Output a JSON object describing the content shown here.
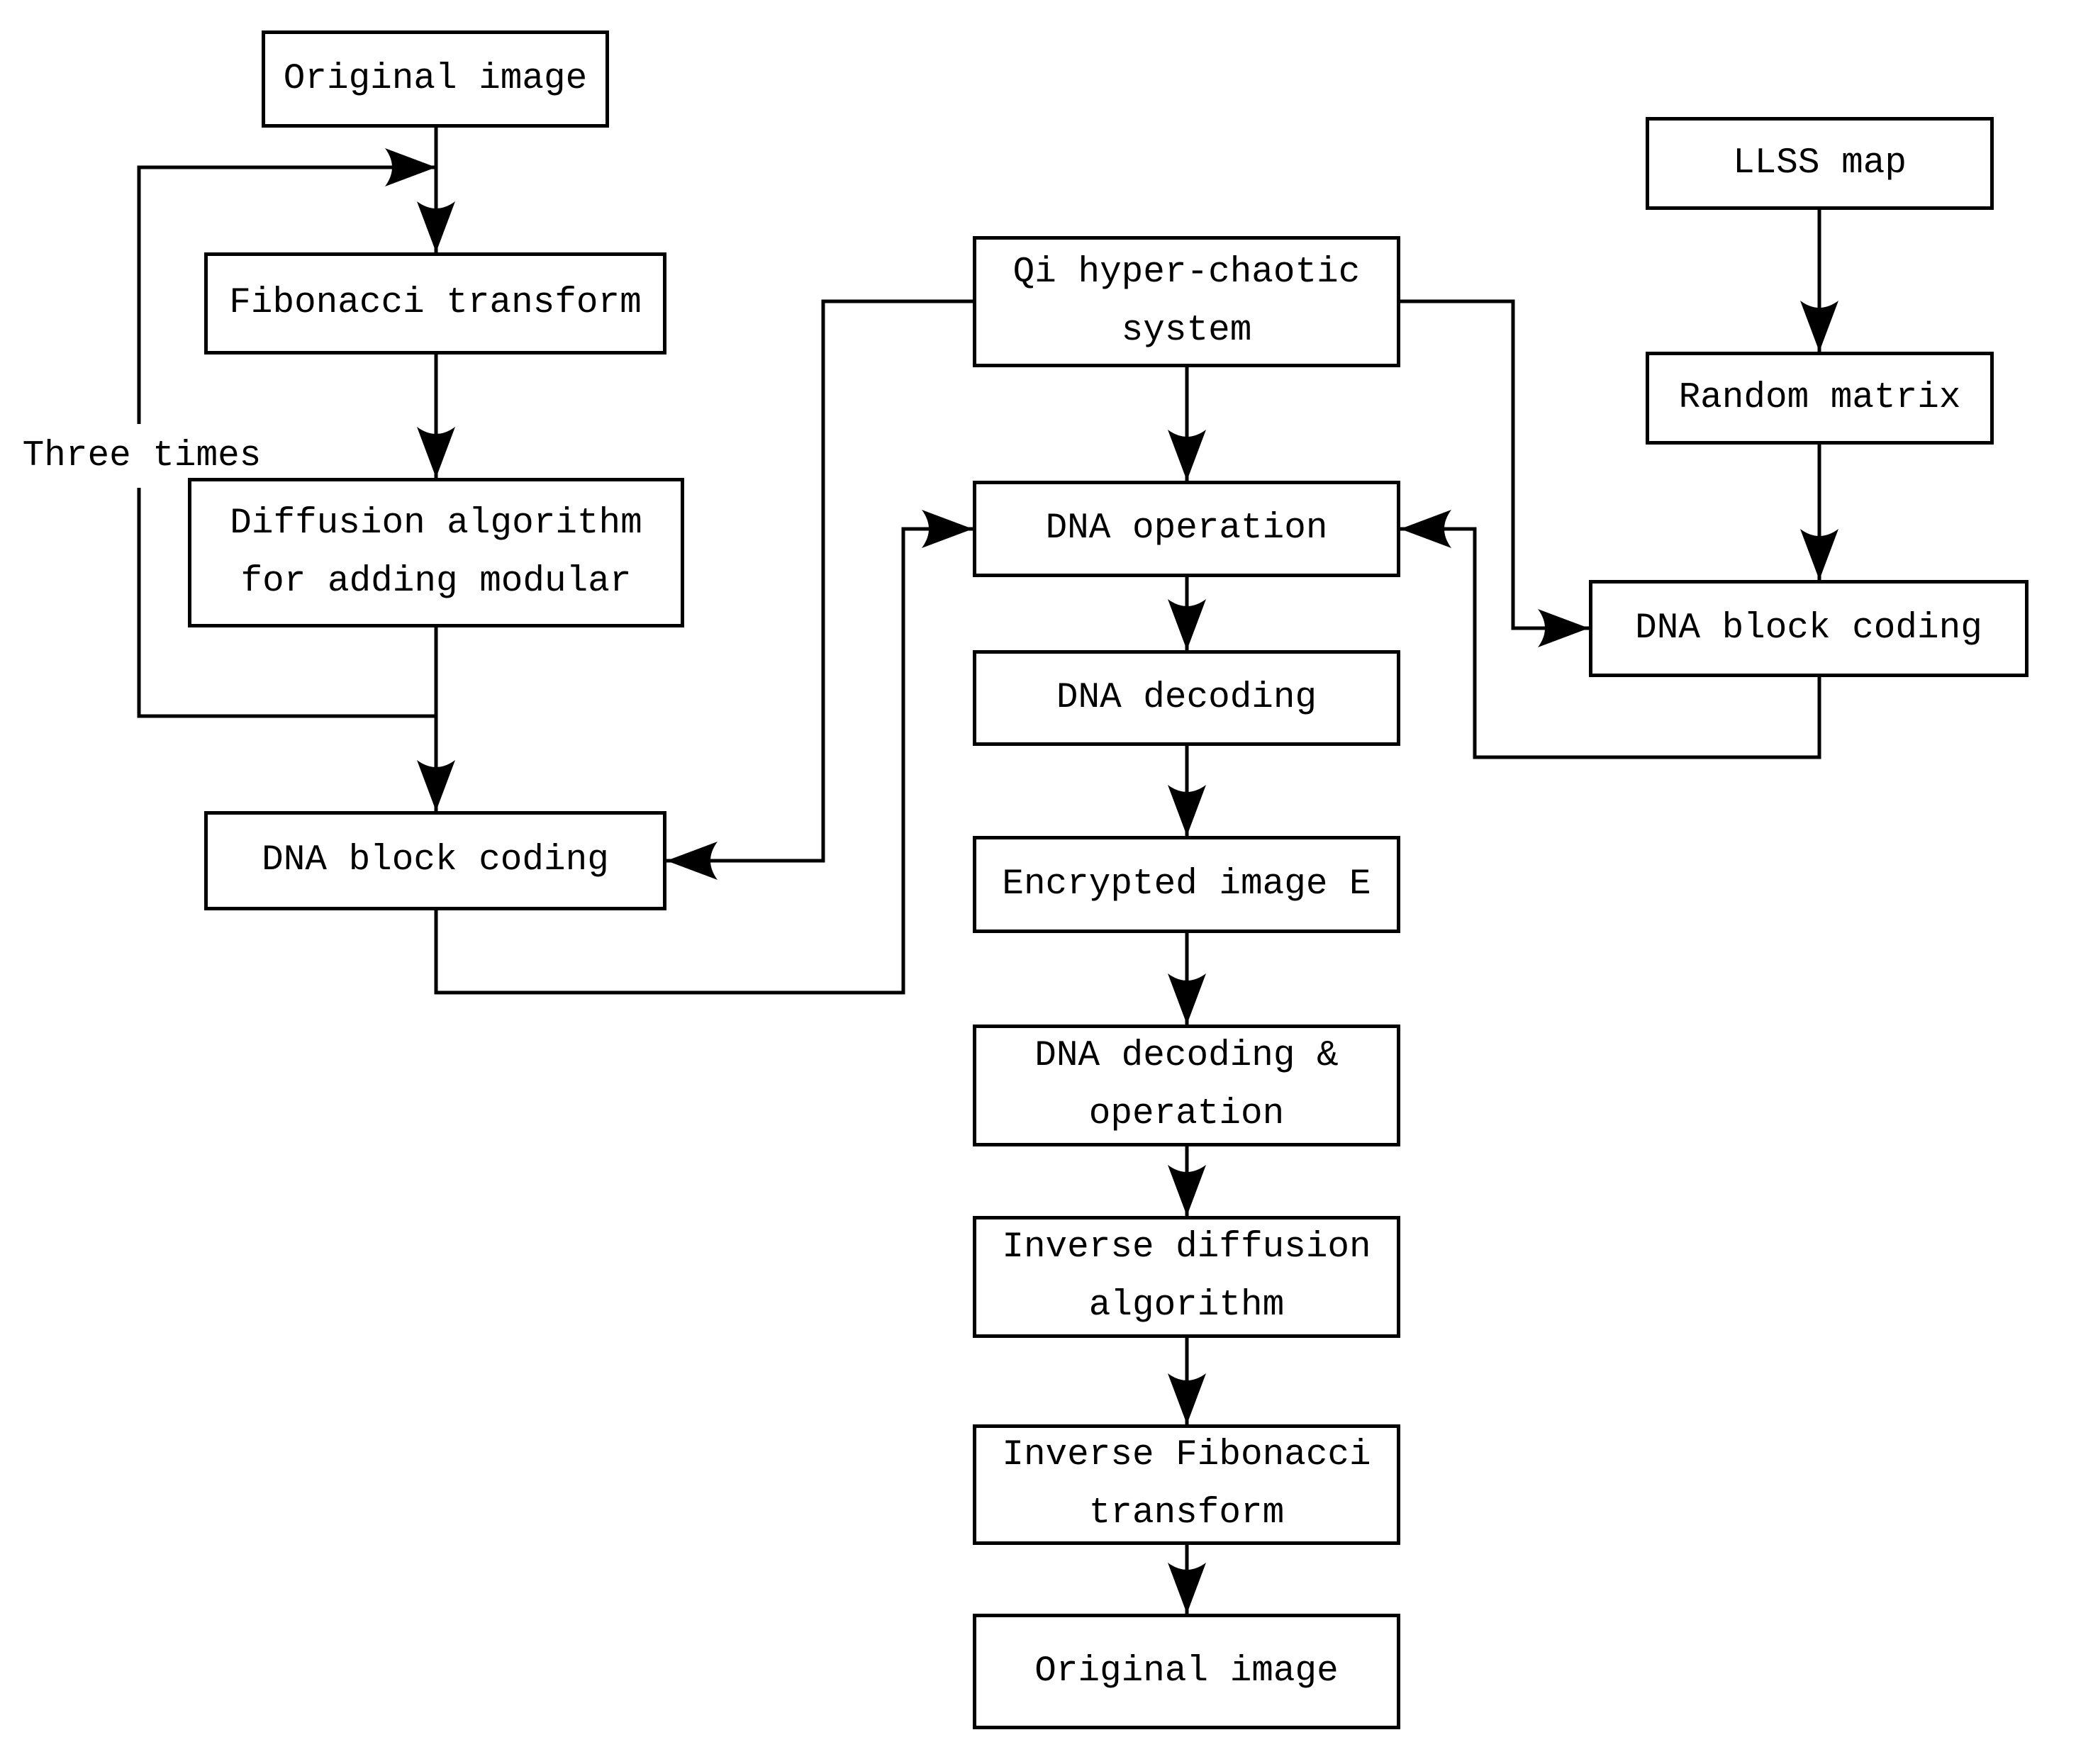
{
  "figure": {
    "type": "flowchart",
    "colors": {
      "line": "#000000",
      "background": "#ffffff",
      "text": "#000000"
    },
    "loop_annotation": "Three times",
    "nodes": {
      "original_image_top": "Original image",
      "fibonacci_transform": "Fibonacci transform",
      "diffusion_algorithm": "Diffusion algorithm for adding modular",
      "dna_block_coding_left": "DNA block coding",
      "qi_hyper_chaotic_system": "Qi hyper-chaotic system",
      "dna_operation": "DNA operation",
      "dna_decoding": "DNA decoding",
      "encrypted_image_e": "Encrypted image E",
      "dna_decoding_and_operation": "DNA decoding & operation",
      "inverse_diffusion_algorithm": "Inverse diffusion algorithm",
      "inverse_fibonacci_transform": "Inverse Fibonacci transform",
      "original_image_bottom": "Original image",
      "llss_map": "LLSS map",
      "random_matrix": "Random matrix",
      "dna_block_coding_right": "DNA block coding"
    },
    "edges": [
      {
        "from": "original_image_top",
        "to": "fibonacci_transform"
      },
      {
        "from": "fibonacci_transform",
        "to": "diffusion_algorithm"
      },
      {
        "from": "diffusion_algorithm",
        "to": "fibonacci_transform",
        "type": "loop",
        "label": "Three times"
      },
      {
        "from": "diffusion_algorithm",
        "to": "dna_block_coding_left"
      },
      {
        "from": "qi_hyper_chaotic_system",
        "to": "dna_operation"
      },
      {
        "from": "qi_hyper_chaotic_system",
        "to": "dna_block_coding_left"
      },
      {
        "from": "qi_hyper_chaotic_system",
        "to": "dna_block_coding_right"
      },
      {
        "from": "llss_map",
        "to": "random_matrix"
      },
      {
        "from": "random_matrix",
        "to": "dna_block_coding_right"
      },
      {
        "from": "dna_block_coding_left",
        "to": "dna_operation"
      },
      {
        "from": "dna_block_coding_right",
        "to": "dna_operation"
      },
      {
        "from": "dna_operation",
        "to": "dna_decoding"
      },
      {
        "from": "dna_decoding",
        "to": "encrypted_image_e"
      },
      {
        "from": "encrypted_image_e",
        "to": "dna_decoding_and_operation"
      },
      {
        "from": "dna_decoding_and_operation",
        "to": "inverse_diffusion_algorithm"
      },
      {
        "from": "inverse_diffusion_algorithm",
        "to": "inverse_fibonacci_transform"
      },
      {
        "from": "inverse_fibonacci_transform",
        "to": "original_image_bottom"
      }
    ]
  }
}
